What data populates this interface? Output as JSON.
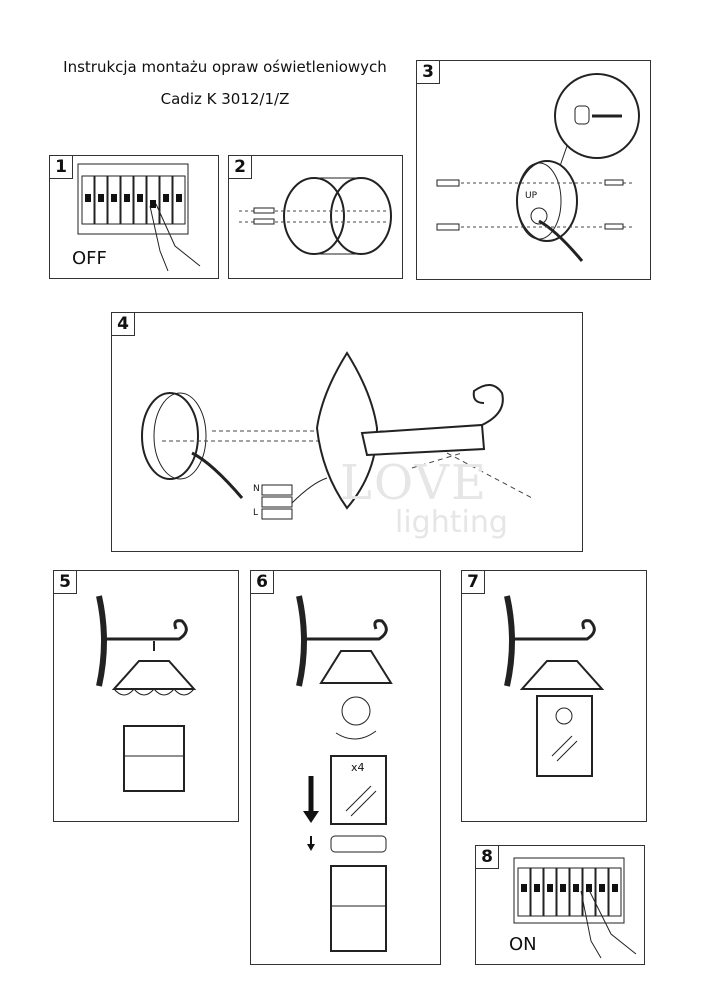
{
  "header": {
    "title": "Instrukcja montażu opraw oświetleniowych",
    "model": "Cadiz K 3012/1/Z"
  },
  "steps": [
    {
      "number": "1",
      "label": "OFF"
    },
    {
      "number": "2"
    },
    {
      "number": "3",
      "label": "UP"
    },
    {
      "number": "4",
      "terminal_labels": [
        "N",
        "L"
      ]
    },
    {
      "number": "5"
    },
    {
      "number": "6",
      "glass_count": "x4"
    },
    {
      "number": "7"
    },
    {
      "number": "8",
      "label": "ON"
    }
  ],
  "watermark": {
    "line1": "LOVE",
    "line2": "lighting"
  }
}
